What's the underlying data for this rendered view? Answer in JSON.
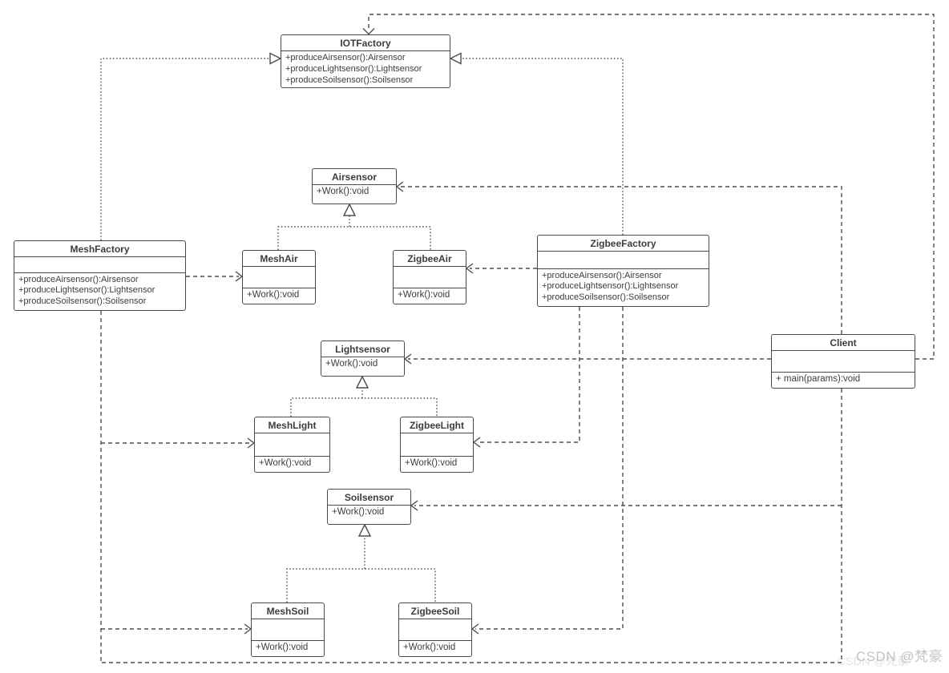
{
  "diagram": {
    "title_hint": "Abstract Factory UML class diagram (IoT sensors)",
    "classes": {
      "iotfactory": {
        "name": "IOTFactory",
        "methods": [
          "+produceAirsensor():Airsensor",
          "+produceLightsensor():Lightsensor",
          "+produceSoilsensor():Soilsensor"
        ]
      },
      "meshfactory": {
        "name": "MeshFactory",
        "methods": [
          "+produceAirsensor():Airsensor",
          "+produceLightsensor():Lightsensor",
          "+produceSoilsensor():Soilsensor"
        ]
      },
      "zigbeefactory": {
        "name": "ZigbeeFactory",
        "methods": [
          "+produceAirsensor():Airsensor",
          "+produceLightsensor():Lightsensor",
          "+produceSoilsensor():Soilsensor"
        ]
      },
      "client": {
        "name": "Client",
        "methods": [
          "+ main(params):void"
        ]
      },
      "airsensor": {
        "name": "Airsensor",
        "methods": [
          "+Work():void"
        ]
      },
      "meshair": {
        "name": "MeshAir",
        "methods": [
          "+Work():void"
        ]
      },
      "zigbeeair": {
        "name": "ZigbeeAir",
        "methods": [
          "+Work():void"
        ]
      },
      "lightsensor": {
        "name": "Lightsensor",
        "methods": [
          "+Work():void"
        ]
      },
      "meshlight": {
        "name": "MeshLight",
        "methods": [
          "+Work():void"
        ]
      },
      "zigbeelight": {
        "name": "ZigbeeLight",
        "methods": [
          "+Work():void"
        ]
      },
      "soilsensor": {
        "name": "Soilsensor",
        "methods": [
          "+Work():void"
        ]
      },
      "meshsoil": {
        "name": "MeshSoil",
        "methods": [
          "+Work():void"
        ]
      },
      "zigbeesoil": {
        "name": "ZigbeeSoil",
        "methods": [
          "+Work():void"
        ]
      }
    },
    "relationships": [
      {
        "from": "MeshFactory",
        "to": "IOTFactory",
        "type": "realization"
      },
      {
        "from": "ZigbeeFactory",
        "to": "IOTFactory",
        "type": "realization"
      },
      {
        "from": "MeshAir",
        "to": "Airsensor",
        "type": "generalization"
      },
      {
        "from": "ZigbeeAir",
        "to": "Airsensor",
        "type": "generalization"
      },
      {
        "from": "MeshLight",
        "to": "Lightsensor",
        "type": "generalization"
      },
      {
        "from": "ZigbeeLight",
        "to": "Lightsensor",
        "type": "generalization"
      },
      {
        "from": "MeshSoil",
        "to": "Soilsensor",
        "type": "generalization"
      },
      {
        "from": "ZigbeeSoil",
        "to": "Soilsensor",
        "type": "generalization"
      },
      {
        "from": "MeshFactory",
        "to": "MeshAir",
        "type": "dependency"
      },
      {
        "from": "MeshFactory",
        "to": "MeshLight",
        "type": "dependency"
      },
      {
        "from": "MeshFactory",
        "to": "MeshSoil",
        "type": "dependency"
      },
      {
        "from": "ZigbeeFactory",
        "to": "ZigbeeAir",
        "type": "dependency"
      },
      {
        "from": "ZigbeeFactory",
        "to": "ZigbeeLight",
        "type": "dependency"
      },
      {
        "from": "ZigbeeFactory",
        "to": "ZigbeeSoil",
        "type": "dependency"
      },
      {
        "from": "Client",
        "to": "IOTFactory",
        "type": "dependency"
      },
      {
        "from": "Client",
        "to": "Airsensor",
        "type": "dependency"
      },
      {
        "from": "Client",
        "to": "Lightsensor",
        "type": "dependency"
      },
      {
        "from": "Client",
        "to": "Soilsensor",
        "type": "dependency"
      }
    ],
    "watermark": {
      "text": "CSDN @梵豪",
      "color": "#c5c3c3"
    }
  },
  "colors": {
    "line": "#4d4d4d",
    "box_border": "#4a4a4a",
    "text": "#3c3c3c",
    "background": "#ffffff"
  }
}
